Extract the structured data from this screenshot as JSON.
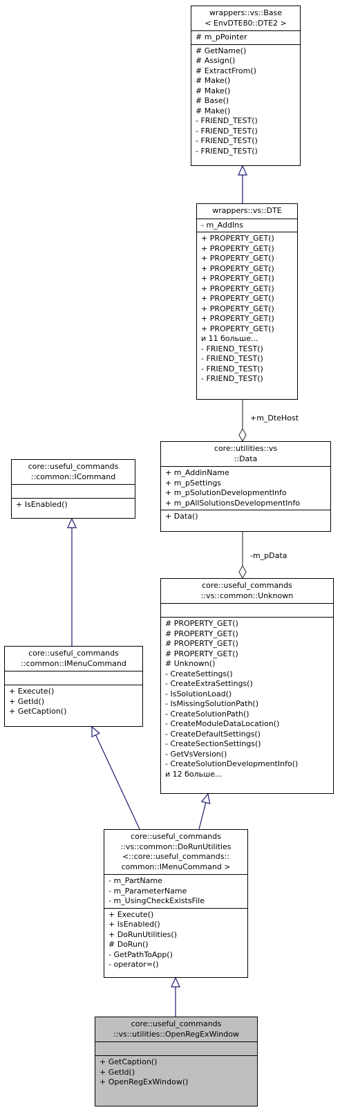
{
  "diagram": {
    "classes": [
      {
        "id": "base",
        "title": [
          "wrappers::vs::Base",
          "< EnvDTE80::DTE2 >"
        ],
        "attributes": [
          "# m_pPointer"
        ],
        "operations": [
          "# GetName()",
          "# Assign()",
          "# ExtractFrom()",
          "# Make()",
          "# Make()",
          "# Base()",
          "# Make()",
          "- FRIEND_TEST()",
          "- FRIEND_TEST()",
          "- FRIEND_TEST()",
          "- FRIEND_TEST()"
        ]
      },
      {
        "id": "dte",
        "title": [
          "wrappers::vs::DTE"
        ],
        "attributes": [
          "- m_AddIns"
        ],
        "operations": [
          "+ PROPERTY_GET()",
          "+ PROPERTY_GET()",
          "+ PROPERTY_GET()",
          "+ PROPERTY_GET()",
          "+ PROPERTY_GET()",
          "+ PROPERTY_GET()",
          "+ PROPERTY_GET()",
          "+ PROPERTY_GET()",
          "+ PROPERTY_GET()",
          "+ PROPERTY_GET()",
          "и 11 больше...",
          "- FRIEND_TEST()",
          "- FRIEND_TEST()",
          "- FRIEND_TEST()",
          "- FRIEND_TEST()"
        ]
      },
      {
        "id": "data",
        "title": [
          "core::utilities::vs",
          "::Data"
        ],
        "attributes": [
          "+ m_AddinName",
          "+ m_pSettings",
          "+ m_pSolutionDevelopmentInfo",
          "+ m_pAllSolutionsDevelopmentInfo"
        ],
        "operations": [
          "+ Data()"
        ]
      },
      {
        "id": "icommand",
        "title": [
          "core::useful_commands",
          "::common::ICommand"
        ],
        "attributes": [],
        "operations": [
          "+ IsEnabled()"
        ]
      },
      {
        "id": "unknown",
        "title": [
          "core::useful_commands",
          "::vs::common::Unknown"
        ],
        "attributes": [],
        "operations": [
          "# PROPERTY_GET()",
          "# PROPERTY_GET()",
          "# PROPERTY_GET()",
          "# PROPERTY_GET()",
          "# Unknown()",
          "- CreateSettings()",
          "- CreateExtraSettings()",
          "- IsSolutionLoad()",
          "- IsMissingSolutionPath()",
          "- CreateSolutionPath()",
          "- CreateModuleDataLocation()",
          "- CreateDefaultSettings()",
          "- CreateSectionSettings()",
          "- GetVsVersion()",
          "- CreateSolutionDevelopmentInfo()",
          "и 12 больше..."
        ]
      },
      {
        "id": "imenucommand",
        "title": [
          "core::useful_commands",
          "::common::IMenuCommand"
        ],
        "attributes": [],
        "operations": [
          "+ Execute()",
          "+ GetId()",
          "+ GetCaption()"
        ]
      },
      {
        "id": "dorun",
        "title": [
          "core::useful_commands",
          "::vs::common::DoRunUtilities",
          "<::core::useful_commands::",
          "common::IMenuCommand >"
        ],
        "attributes": [
          "- m_PartName",
          "- m_ParameterName",
          "- m_UsingCheckExistsFile"
        ],
        "operations": [
          "+ Execute()",
          "+ IsEnabled()",
          "+ DoRunUtilities()",
          "# DoRun()",
          "- GetPathToApp()",
          "- operator=()"
        ]
      },
      {
        "id": "openregex",
        "title": [
          "core::useful_commands",
          "::vs::utilities::OpenRegExWindow"
        ],
        "attributes": [],
        "operations": [
          "+ GetCaption()",
          "+ GetId()",
          "+ OpenRegExWindow()"
        ]
      }
    ],
    "edges": [
      {
        "id": "e-dte-base",
        "kind": "inheritance",
        "from": "dte",
        "to": "base",
        "label": ""
      },
      {
        "id": "e-dte-data",
        "kind": "composition",
        "from": "dte",
        "to": "data",
        "label": "+m_DteHost"
      },
      {
        "id": "e-data-unknown",
        "kind": "composition",
        "from": "data",
        "to": "unknown",
        "label": "-m_pData"
      },
      {
        "id": "e-icommand-imenu",
        "kind": "inheritance",
        "from": "imenucommand",
        "to": "icommand",
        "label": ""
      },
      {
        "id": "e-dorun-imenu",
        "kind": "inheritance",
        "from": "dorun",
        "to": "imenucommand",
        "label": ""
      },
      {
        "id": "e-dorun-unknown",
        "kind": "inheritance",
        "from": "dorun",
        "to": "unknown",
        "label": ""
      },
      {
        "id": "e-openregex-dorun",
        "kind": "inheritance",
        "from": "openregex",
        "to": "dorun",
        "label": ""
      }
    ],
    "colors": {
      "inheritance": "#191970",
      "composition": "#404040",
      "focus_fill": "#bfbfbf",
      "box_border": "#000000"
    }
  }
}
